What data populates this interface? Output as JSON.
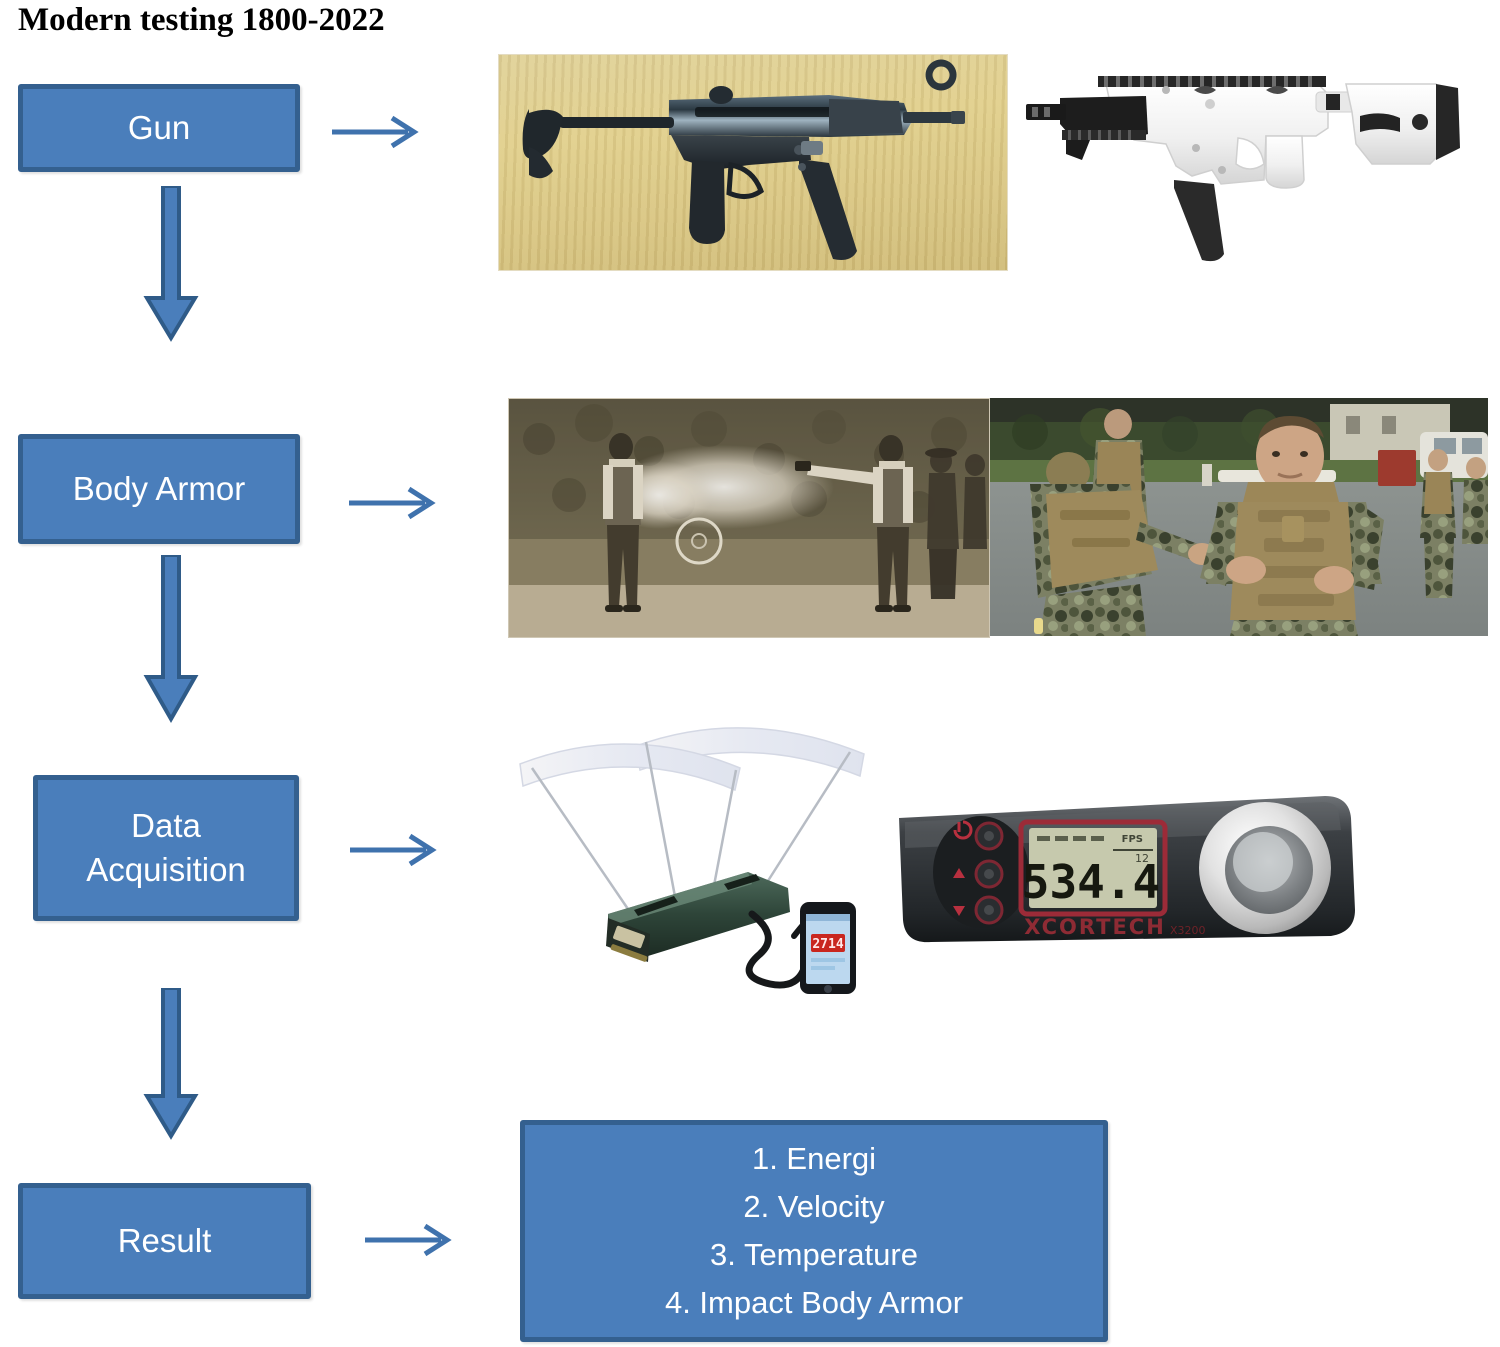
{
  "title": "Modern testing 1800-2022",
  "colors": {
    "box_fill": "#4a7ebb",
    "box_border": "#34608f",
    "arrow": "#3f72ad",
    "box_text": "#ffffff",
    "title_text": "#000000",
    "page_background": "#ffffff"
  },
  "flow": {
    "steps": [
      {
        "id": "gun",
        "label": "Gun"
      },
      {
        "id": "body-armor",
        "label": "Body Armor"
      },
      {
        "id": "data-acquisition",
        "label": "Data\nAcquisition"
      },
      {
        "id": "result",
        "label": "Result"
      }
    ],
    "step_labels": {
      "gun": "Gun",
      "body_armor": "Body Armor",
      "data_acquisition_line1": "Data",
      "data_acquisition_line2": "Acquisition",
      "result": "Result"
    },
    "connectors": {
      "vertical_1": "down-arrow",
      "vertical_2": "down-arrow",
      "vertical_3": "down-arrow",
      "horizontal_gun": "right-arrow",
      "horizontal_armor": "right-arrow",
      "horizontal_daq": "right-arrow",
      "horizontal_result": "right-arrow"
    }
  },
  "results": {
    "items": [
      "1. Energi",
      "2. Velocity",
      "3. Temperature",
      "4. Impact Body Armor"
    ]
  },
  "photos": {
    "mp5": {
      "name": "mp5-submachine-gun-photo",
      "caption": "Black MP5-style submachine gun lying on a light wooden surface"
    },
    "vector": {
      "name": "kriss-vector-submachine-gun-photo",
      "caption": "White KRISS Vector submachine gun with black magazine on white background"
    },
    "vest_test": {
      "name": "historic-bulletproof-vest-test-photo",
      "caption": "Sepia historic photo of a man firing a revolver at another man wearing a bulletproof vest"
    },
    "marines": {
      "name": "marines-body-armor-fitting-photo",
      "caption": "Marines in camouflage fitting tan ballistic body armor vests"
    },
    "chronograph": {
      "name": "ballistic-chronograph-photo",
      "caption": "Green ballistic chronograph with diffuser arches, cable and smartphone readout"
    },
    "xcortech": {
      "name": "xcortech-chronograph-photo",
      "caption": "XCORTECH handheld chronograph with LCD screen and white ring aperture"
    }
  },
  "device_readouts": {
    "xcortech_brand": "XCORTECH",
    "xcortech_value": "534.4",
    "xcortech_unit": "FPS",
    "xcortech_secondary": "12",
    "phone_value": "2714"
  }
}
